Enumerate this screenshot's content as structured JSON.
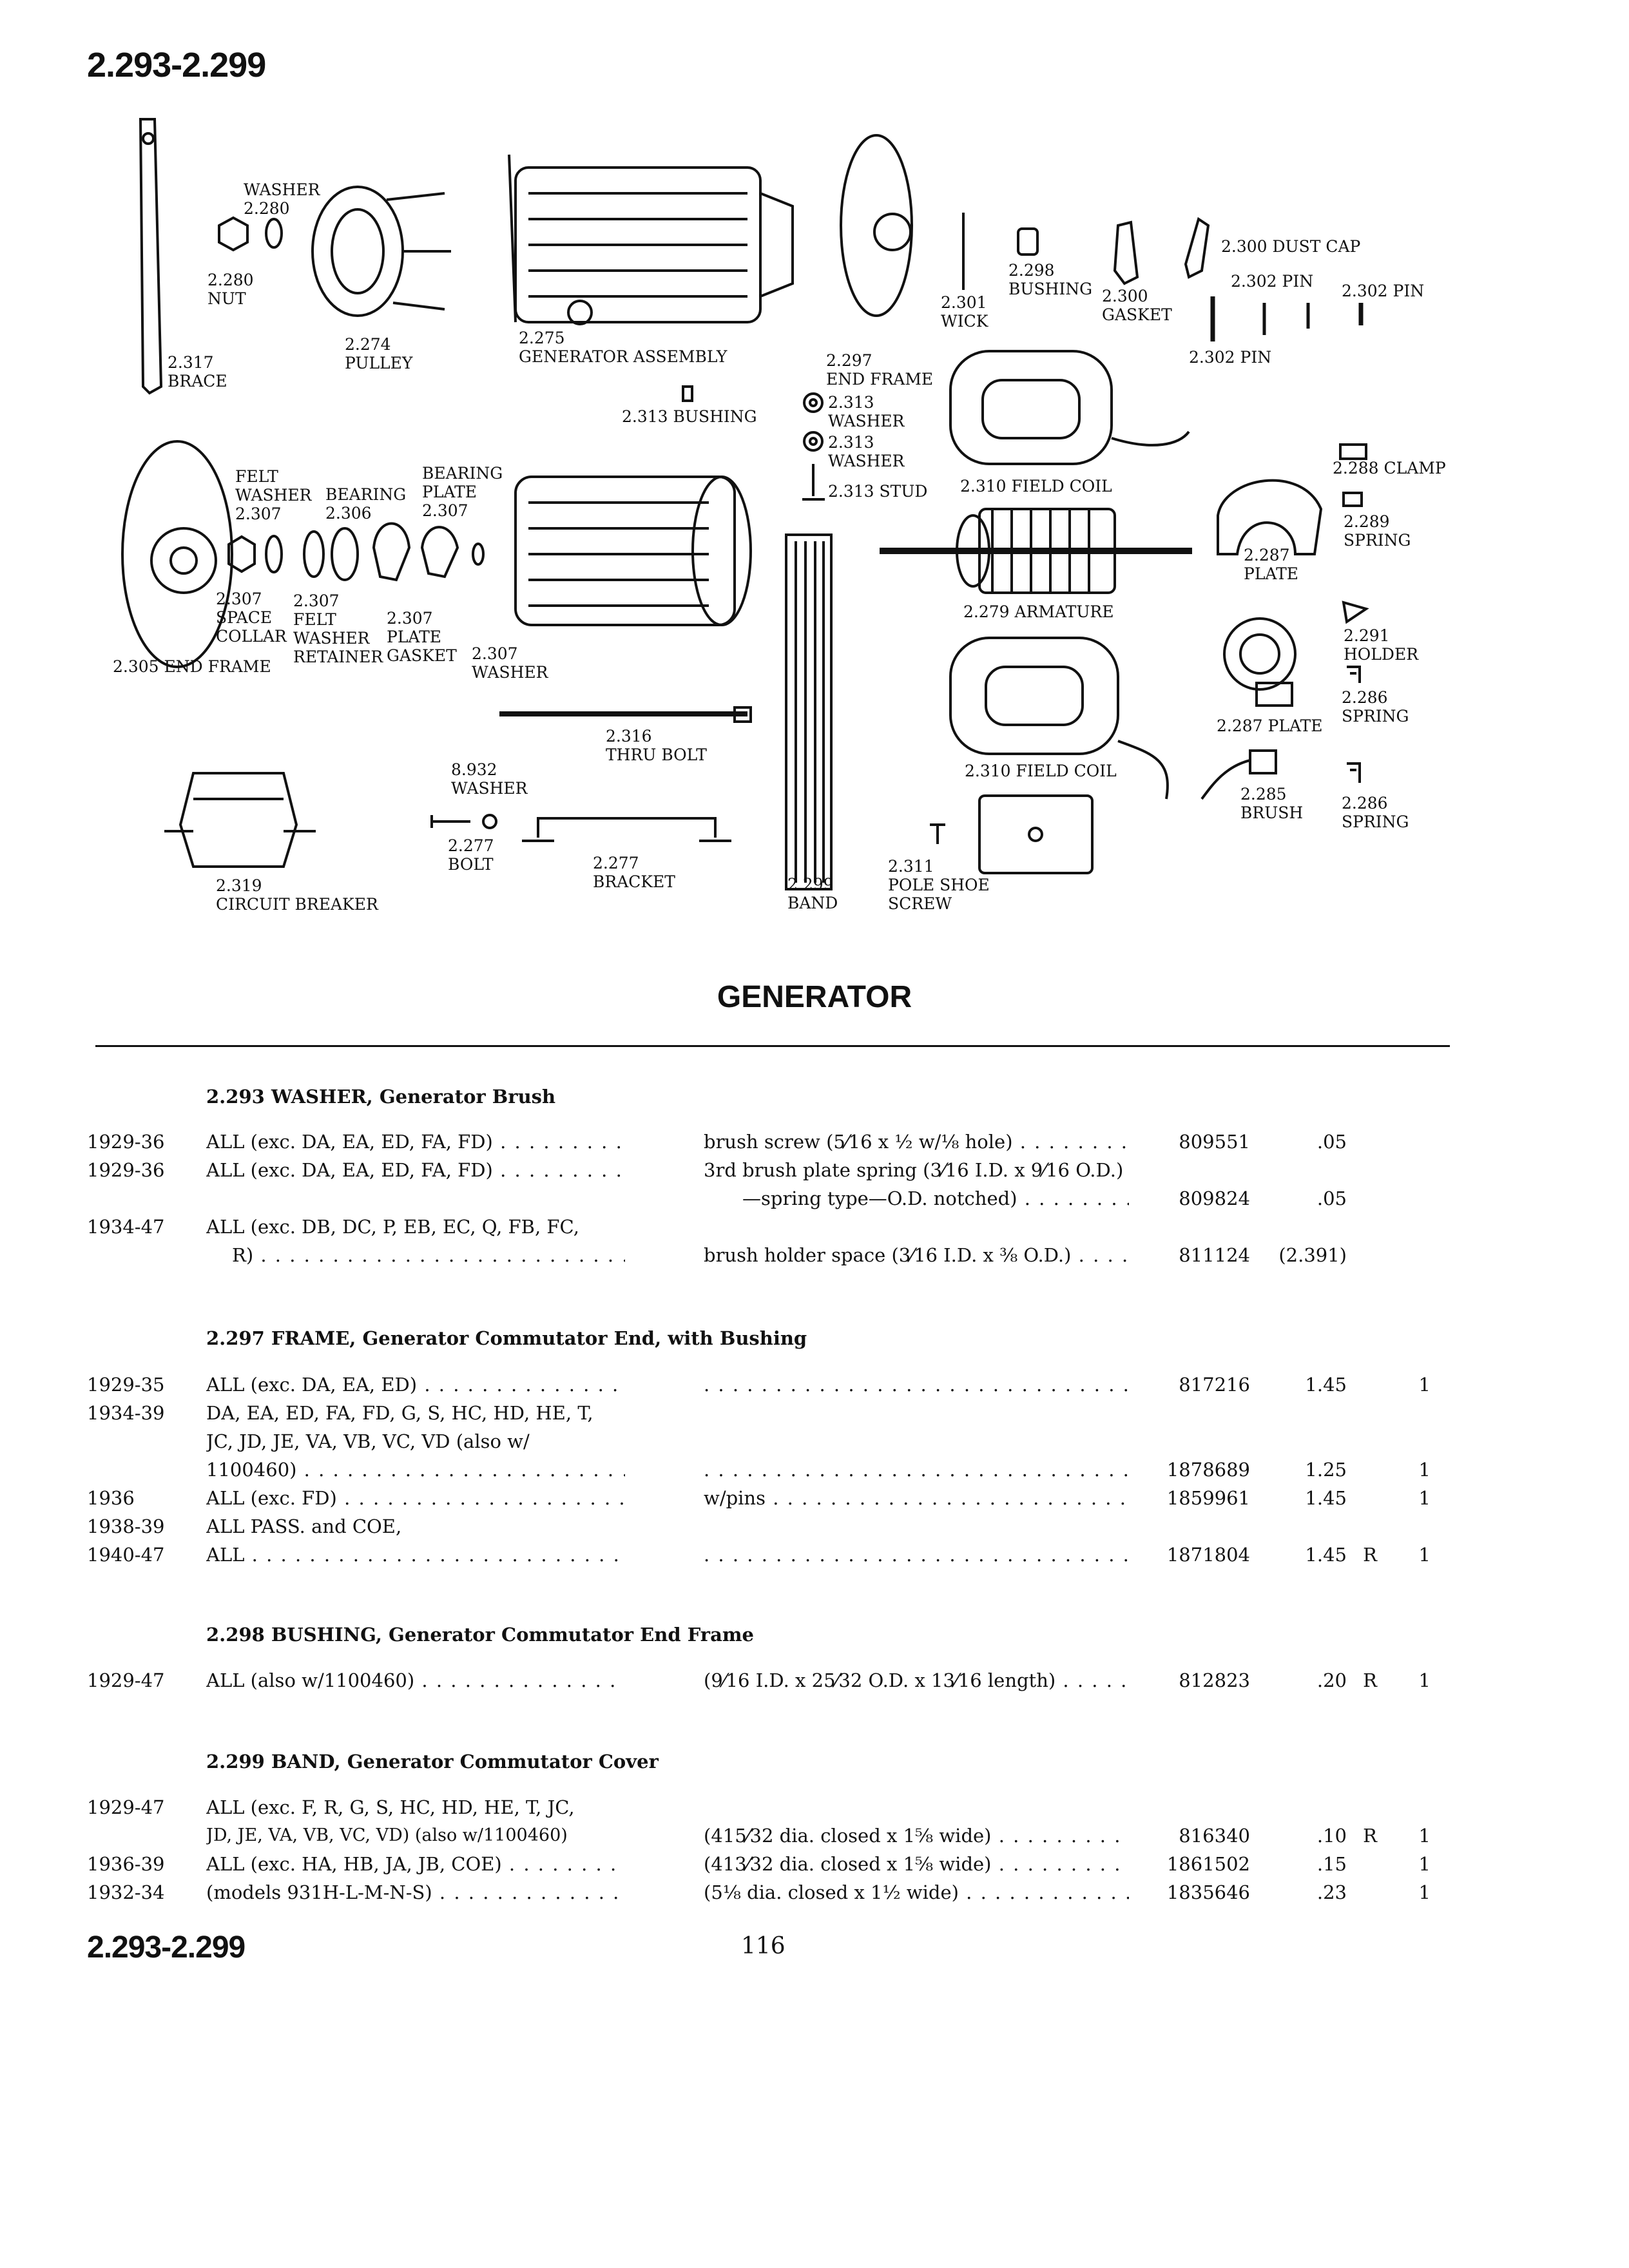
{
  "header": {
    "code": "2.293-2.299"
  },
  "diagram": {
    "labels": [
      {
        "id": "washer-2280",
        "text": "WASHER\n2.280"
      },
      {
        "id": "nut-2280",
        "text": "2.280\nNUT"
      },
      {
        "id": "brace-2317",
        "text": "2.317\nBRACE"
      },
      {
        "id": "pulley-2274",
        "text": "2.274\nPULLEY"
      },
      {
        "id": "gen-assy-2275",
        "text": "2.275\nGENERATOR ASSEMBLY"
      },
      {
        "id": "bushing-2313",
        "text": "2.313 BUSHING"
      },
      {
        "id": "end-frame-2297",
        "text": "2.297\nEND FRAME"
      },
      {
        "id": "washer-2313a",
        "text": "2.313\nWASHER"
      },
      {
        "id": "washer-2313b",
        "text": "2.313\nWASHER"
      },
      {
        "id": "stud-2313",
        "text": "2.313 STUD"
      },
      {
        "id": "wick-2301",
        "text": "2.301\nWICK"
      },
      {
        "id": "bushing-2298",
        "text": "2.298\nBUSHING"
      },
      {
        "id": "gasket-2300",
        "text": "2.300\nGASKET"
      },
      {
        "id": "dustcap-2300",
        "text": "2.300 DUST CAP"
      },
      {
        "id": "pin-2302a",
        "text": "2.302 PIN"
      },
      {
        "id": "pin-2302b",
        "text": "2.302 PIN"
      },
      {
        "id": "pin-2302c",
        "text": "2.302 PIN"
      },
      {
        "id": "clamp-2288",
        "text": "2.288 CLAMP"
      },
      {
        "id": "spring-2289",
        "text": "2.289\nSPRING"
      },
      {
        "id": "plate-2287a",
        "text": "2.287\nPLATE"
      },
      {
        "id": "field-coil-2310a",
        "text": "2.310 FIELD COIL"
      },
      {
        "id": "armature-2279",
        "text": "2.279 ARMATURE"
      },
      {
        "id": "holder-2291",
        "text": "2.291\nHOLDER"
      },
      {
        "id": "spring-2286a",
        "text": "2.286\nSPRING"
      },
      {
        "id": "plate-2287b",
        "text": "2.287 PLATE"
      },
      {
        "id": "field-coil-2310b",
        "text": "2.310 FIELD COIL"
      },
      {
        "id": "brush-2285",
        "text": "2.285\nBRUSH"
      },
      {
        "id": "spring-2286b",
        "text": "2.286\nSPRING"
      },
      {
        "id": "felt-washer-2307",
        "text": "FELT\nWASHER\n2.307"
      },
      {
        "id": "bearing-2306",
        "text": "BEARING\n2.306"
      },
      {
        "id": "bearing-plate-2307",
        "text": "BEARING\nPLATE\n2.307"
      },
      {
        "id": "space-collar-2307",
        "text": "2.307\nSPACE\nCOLLAR"
      },
      {
        "id": "felt-washer-retainer-2307",
        "text": "2.307\nFELT\nWASHER\nRETAINER"
      },
      {
        "id": "plate-gasket-2307",
        "text": "2.307\nPLATE\nGASKET"
      },
      {
        "id": "washer-2307",
        "text": "2.307\nWASHER"
      },
      {
        "id": "end-frame-2305",
        "text": "2.305 END FRAME"
      },
      {
        "id": "thru-bolt-2316",
        "text": "2.316\nTHRU BOLT"
      },
      {
        "id": "washer-8932",
        "text": "8.932\nWASHER"
      },
      {
        "id": "bolt-2277",
        "text": "2.277\nBOLT"
      },
      {
        "id": "bracket-2277",
        "text": "2.277\nBRACKET"
      },
      {
        "id": "circuit-breaker-2319",
        "text": "2.319\nCIRCUIT BREAKER"
      },
      {
        "id": "band-2299",
        "text": "2.299\nBAND"
      },
      {
        "id": "pole-shoe-2311",
        "text": "2.311\nPOLE SHOE\nSCREW"
      }
    ]
  },
  "title": "GENERATOR",
  "sections": [
    {
      "title": "2.293  WASHER, Generator Brush",
      "rows": [
        {
          "year": "1929-36",
          "model": "ALL (exc. DA, EA, ED, FA, FD)",
          "desc": "brush screw (5⁄16 x ½ w/⅛ hole)",
          "part": "809551",
          "price": ".05",
          "flag": "",
          "qty": ""
        },
        {
          "year": "1929-36",
          "model": "ALL (exc. DA, EA, ED, FA, FD)",
          "desc": "3rd brush plate spring (3⁄16 I.D. x 9⁄16 O.D.)",
          "part": "",
          "price": "",
          "flag": "",
          "qty": ""
        },
        {
          "year": "",
          "model": "",
          "desc": "—spring type—O.D. notched)",
          "part": "809824",
          "price": ".05",
          "flag": "",
          "qty": ""
        },
        {
          "year": "1934-47",
          "model": "ALL (exc. DB, DC, P, EB, EC, Q, FB, FC,",
          "desc": "",
          "part": "",
          "price": "",
          "flag": "",
          "qty": ""
        },
        {
          "year": "",
          "model": "R)",
          "desc": "brush holder space (3⁄16 I.D. x ⅜ O.D.)",
          "part": "811124",
          "price": "(2.391)",
          "flag": "",
          "qty": ""
        }
      ]
    },
    {
      "title": "2.297  FRAME, Generator Commutator End, with Bushing",
      "rows": [
        {
          "year": "1929-35",
          "model": "ALL (exc. DA, EA, ED)",
          "desc": "",
          "part": "817216",
          "price": "1.45",
          "flag": "",
          "qty": "1"
        },
        {
          "year": "1934-39",
          "model": "DA, EA, ED, FA, FD, G, S, HC, HD, HE, T,",
          "desc": "",
          "part": "",
          "price": "",
          "flag": "",
          "qty": ""
        },
        {
          "year": "",
          "model": "JC, JD, JE, VA, VB, VC, VD (also w/",
          "desc": "",
          "part": "",
          "price": "",
          "flag": "",
          "qty": ""
        },
        {
          "year": "",
          "model": "1100460)",
          "desc": "",
          "part": "1878689",
          "price": "1.25",
          "flag": "",
          "qty": "1"
        },
        {
          "year": "1936",
          "model": "ALL (exc. FD)",
          "desc": "w/pins",
          "part": "1859961",
          "price": "1.45",
          "flag": "",
          "qty": "1"
        },
        {
          "year": "1938-39",
          "model": "ALL PASS. and COE,",
          "desc": "",
          "part": "",
          "price": "",
          "flag": "",
          "qty": ""
        },
        {
          "year": "1940-47",
          "model": "ALL",
          "desc": "",
          "part": "1871804",
          "price": "1.45",
          "flag": "R",
          "qty": "1"
        }
      ]
    },
    {
      "title": "2.298  BUSHING, Generator Commutator End Frame",
      "rows": [
        {
          "year": "1929-47",
          "model": "ALL (also w/1100460)",
          "desc": "(9⁄16 I.D. x 25⁄32 O.D. x 13⁄16 length)",
          "part": "812823",
          "price": ".20",
          "flag": "R",
          "qty": "1"
        }
      ]
    },
    {
      "title": "2.299  BAND, Generator Commutator Cover",
      "rows": [
        {
          "year": "1929-47",
          "model": "ALL (exc. F, R, G, S, HC, HD, HE, T, JC,",
          "desc": "",
          "part": "",
          "price": "",
          "flag": "",
          "qty": ""
        },
        {
          "year": "",
          "model": "JD, JE, VA, VB, VC, VD) (also w/1100460)",
          "desc": "(415⁄32 dia. closed x 1⅝ wide)",
          "part": "816340",
          "price": ".10",
          "flag": "R",
          "qty": "1"
        },
        {
          "year": "1936-39",
          "model": "ALL (exc. HA, HB, JA, JB, COE)",
          "desc": "(413⁄32 dia. closed x 1⅝ wide)",
          "part": "1861502",
          "price": ".15",
          "flag": "",
          "qty": "1"
        },
        {
          "year": "1932-34",
          "model": "(models 931H-L-M-N-S)",
          "desc": "(5⅛ dia. closed x 1½ wide)",
          "part": "1835646",
          "price": ".23",
          "flag": "",
          "qty": "1"
        }
      ]
    }
  ],
  "footer": {
    "code": "2.293-2.299",
    "page": "116"
  }
}
